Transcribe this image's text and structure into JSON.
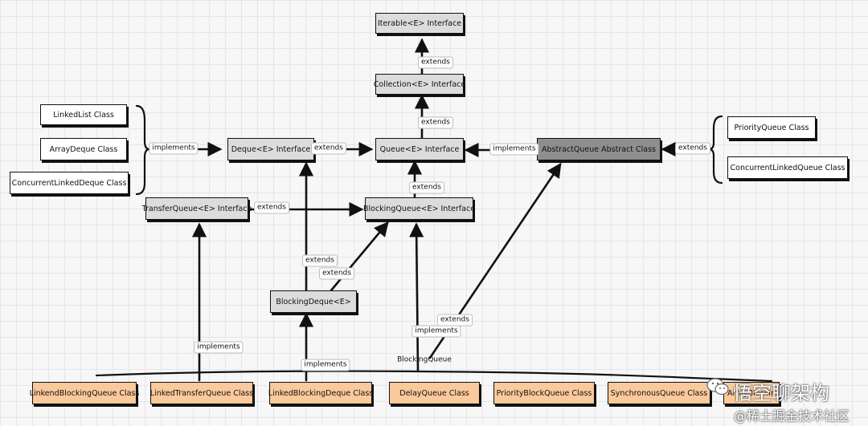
{
  "nodes": {
    "iterable": "Iterable<E> Interface",
    "collection": "Collection<E> Interface",
    "queue": "Queue<E> Interface",
    "deque": "Deque<E> Interface",
    "abstract_queue": "AbstractQueue Abstract Class",
    "blocking_queue": "BlockingQueue<E> Interface",
    "transfer_queue": "TransferQueue<E> Interface",
    "blocking_deque": "BlockingDeque<E>",
    "linked_list": "LinkedList Class",
    "array_deque": "ArrayDeque Class",
    "concurrent_linked_deque": "ConcurrentLinkedDeque Class",
    "priority_queue": "PriorityQueue Class",
    "concurrent_linked_queue": "ConcurrentLinkedQueue Class",
    "linked_blocking_queue": "LinkendBlockingQueue Class",
    "linked_transfer_queue": "LinkedTransferQueue Class",
    "linked_blocking_deque": "LinkedBlockingDeque Class",
    "delay_queue": "DelayQueue Class",
    "priority_block_queue": "PriorityBlockQueue Class",
    "synchronous_queue": "SynchronousQueue Class",
    "array_blocking_queue": "ArrayBlockingQueue Class"
  },
  "labels": {
    "extends": "extends",
    "implements": "implements",
    "blocking_queue_caption": "BlockingQueue"
  },
  "watermark": {
    "line1": "悟空聊架构",
    "line2": "@稀土掘金技术社区"
  },
  "colors": {
    "interface_fill": "#dcdcdc",
    "abstract_fill": "#8e8e8e",
    "class_fill": "#ffffff",
    "implementation_fill": "#fac99c"
  }
}
